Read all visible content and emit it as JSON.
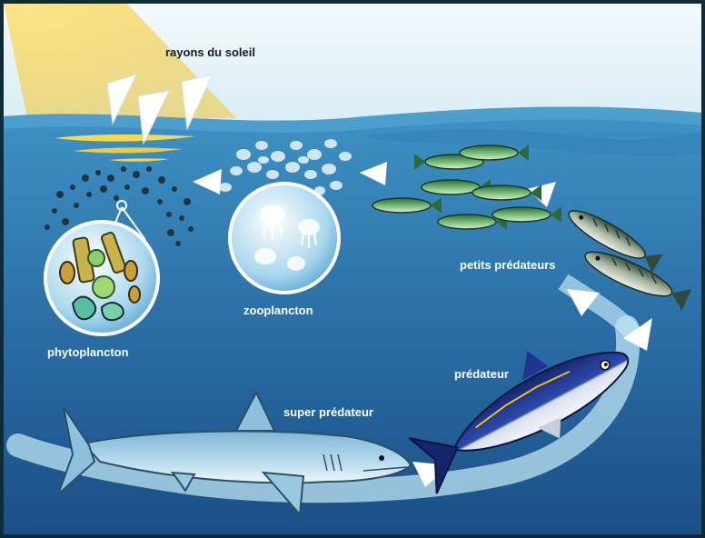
{
  "labels": {
    "sun": "rayons du soleil",
    "phytoplankton": "phytoplancton",
    "zooplankton": "zooplancton",
    "small_predators": "petits prédateurs",
    "predator": "prédateur",
    "super_predator": "super prédateur"
  },
  "colors": {
    "sky": "#e6f3f8",
    "sun": "#f6d24a",
    "ocean_surface": "#3a8cc0",
    "ocean_deep": "#1f5f95",
    "cycle_arrow": "#dff4fb",
    "label_dark": "#1a1a1a",
    "label_light": "#ffffff"
  },
  "icons": [
    "sun-rays",
    "phytoplankton-cluster",
    "zooplankton-jellyfish",
    "small-fish-school",
    "mackerel",
    "tuna",
    "shark",
    "cycle-arrow"
  ]
}
